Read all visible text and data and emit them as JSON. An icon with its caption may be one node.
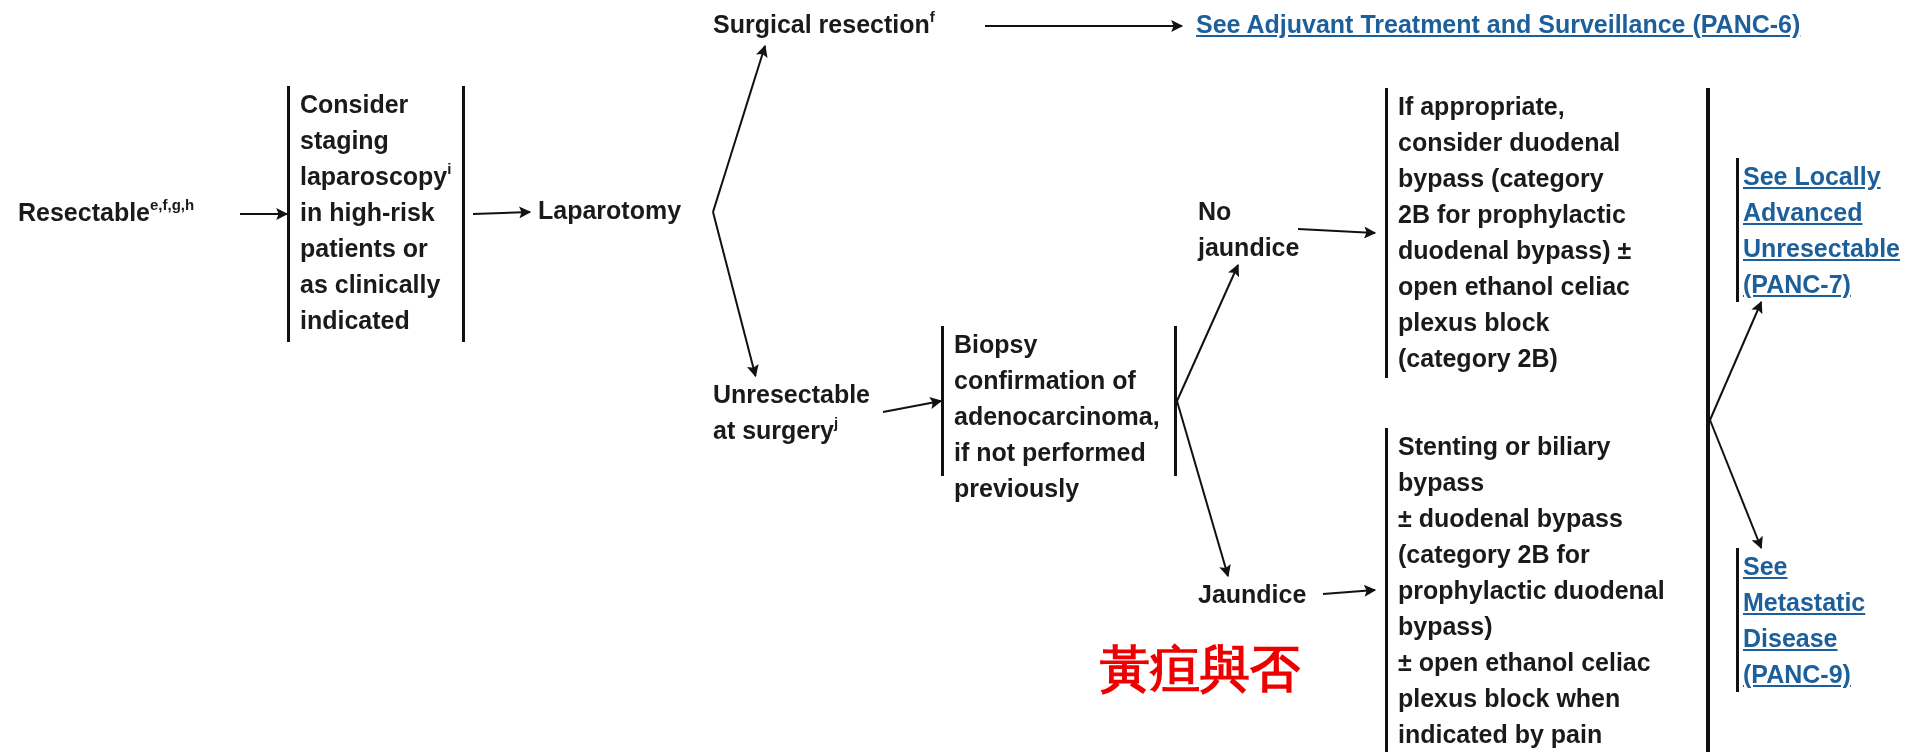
{
  "diagram": {
    "nodes": [
      {
        "text": [
          "Resectable$^{e,f,g,h}$"
        ]
      },
      {
        "text": [
          "Consider staging laparoscopy$^{i}$ in high-risk patients or as clinically indicated"
        ]
      },
      {
        "text": [
          "Laparotomy"
        ]
      },
      {
        "text": [
          "Surgical resection$^{f}$"
        ]
      },
      {
        "text": [
          "See Adjuvant Treatment and Surveillance (PANC-6)"
        ]
      },
      {
        "text": [
          "Unresectable at surgery$^{j}$"
        ]
      },
      {
        "text": [
          "Biopsy confirmation of adenocarcinoma, if not performed previously"
        ]
      },
      {
        "text": [
          "No jaundice"
        ]
      },
      {
        "text": [
          "Jaundice"
        ]
      },
      {
        "text": [
          "If appropriate, consider duodenal bypass (category 2B for prophylactic duodenal bypass) ± open ethanol celiac plexus block (category 2B)"
        ]
      },
      {
        "text": [
          "Stenting or biliary bypass",
          "± duodenal bypass (category 2B for prophylactic duodenal bypass)",
          "± open ethanol celiac plexus block when indicated by pain"
        ]
      },
      {
        "text": [
          "See Locally Advanced Unresectable (PANC-7)"
        ]
      },
      {
        "text": [
          "See Metastatic Disease (PANC-9)"
        ]
      },
      {
        "text": [],
        "shape": "bar"
      }
    ],
    "edges": [
      {
        "from": 0,
        "to": 1,
        "arrow": "to"
      },
      {
        "from": 1,
        "to": 2,
        "arrow": "to"
      },
      {
        "from": 2,
        "to": 3,
        "arrow": "to"
      },
      {
        "from": 2,
        "to": 5,
        "arrow": "to"
      },
      {
        "from": 3,
        "to": 4,
        "arrow": "to"
      },
      {
        "from": 5,
        "to": 6,
        "arrow": "to"
      },
      {
        "from": 6,
        "to": 7,
        "arrow": "to"
      },
      {
        "from": 6,
        "to": 8,
        "arrow": "to"
      },
      {
        "from": 7,
        "to": 9,
        "arrow": "to"
      },
      {
        "from": 8,
        "to": 10,
        "arrow": "to"
      },
      {
        "from": 13,
        "to": 11,
        "arrow": "to"
      },
      {
        "from": 13,
        "to": 12,
        "arrow": "to"
      }
    ],
    "labels": [
      "黃疸與否"
    ]
  }
}
